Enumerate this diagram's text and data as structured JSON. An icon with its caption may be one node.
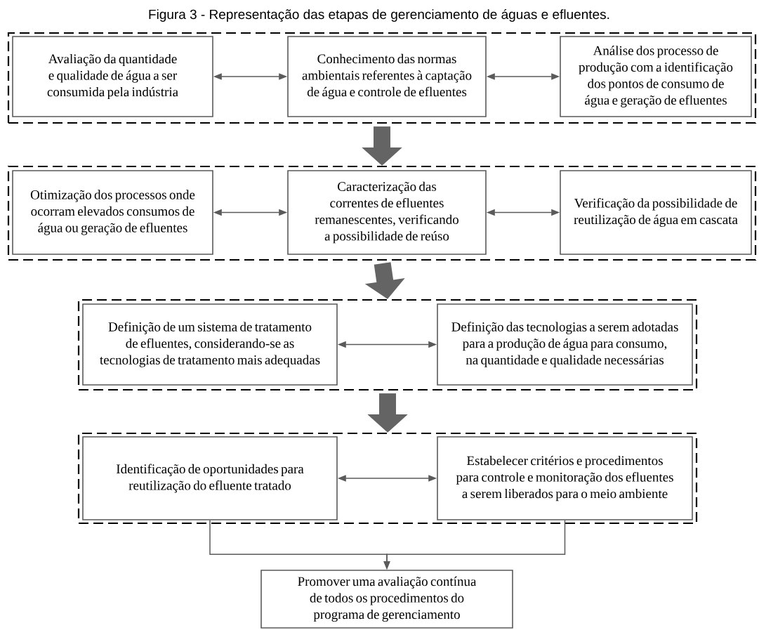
{
  "diagram": {
    "title": "Figura 3 - Representação das etapas de gerenciamento de águas e efluentes.",
    "nodes": [
      {
        "text": [],
        "shape": "box"
      },
      {
        "text": [
          "Avaliação da quantidade e qualidade de água a ser consumida pela indústria"
        ],
        "in": 0
      },
      {
        "text": [
          "Conhecimento das normas ambientais referentes à captação de água e controle de efluentes"
        ],
        "in": 0
      },
      {
        "text": [
          "Análise dos processo de produção com a identificação dos pontos de consumo de água e geração de efluentes"
        ],
        "in": 0
      },
      {
        "text": [],
        "shape": "box"
      },
      {
        "text": [
          "Otimização dos processos onde ocorram elevados consumos de água ou geração de efluentes"
        ],
        "in": 4
      },
      {
        "text": [
          "Caracterização das correntes de efluentes remanescentes, verificando a possibilidade de reúso"
        ],
        "in": 4
      },
      {
        "text": [
          "Verificação da possibilidade de reutilização de água em cascata"
        ],
        "in": 4
      },
      {
        "text": [],
        "shape": "box"
      },
      {
        "text": [
          "Definição de um sistema de tratamento de efluentes, considerando-se as tecnologias de tratamento mais adequadas"
        ],
        "in": 8
      },
      {
        "text": [
          "Definição das tecnologias a serem adotadas para a produção de água para consumo, na quantidade e qualidade necessárias"
        ],
        "in": 8
      },
      {
        "text": [],
        "shape": "box"
      },
      {
        "text": [
          "Identificação de oportunidades para reutilização do efluente tratado"
        ],
        "in": 11
      },
      {
        "text": [
          "Estabelecer critérios e procedimentos para controle e monitoração dos efluentes a serem liberados para o meio ambiente"
        ],
        "in": 11
      },
      {
        "text": [
          "Promover uma avaliação contínua de todos os procedimentos do programa de gerenciamento"
        ]
      }
    ],
    "edges": [
      {
        "from": 1,
        "to": 2,
        "arrow": "both"
      },
      {
        "from": 2,
        "to": 3,
        "arrow": "both"
      },
      {
        "from": 0,
        "to": 4,
        "arrow": "to",
        "style": "thick"
      },
      {
        "from": 5,
        "to": 6,
        "arrow": "both"
      },
      {
        "from": 6,
        "to": 7,
        "arrow": "both"
      },
      {
        "from": 4,
        "to": 8,
        "arrow": "to",
        "style": "thick"
      },
      {
        "from": 9,
        "to": 10,
        "arrow": "both"
      },
      {
        "from": 8,
        "to": 11,
        "arrow": "to",
        "style": "thick"
      },
      {
        "from": 12,
        "to": 13,
        "arrow": "both"
      },
      {
        "from": 12,
        "to": 14,
        "arrow": "to"
      },
      {
        "from": 13,
        "to": 14,
        "arrow": "to"
      }
    ]
  }
}
